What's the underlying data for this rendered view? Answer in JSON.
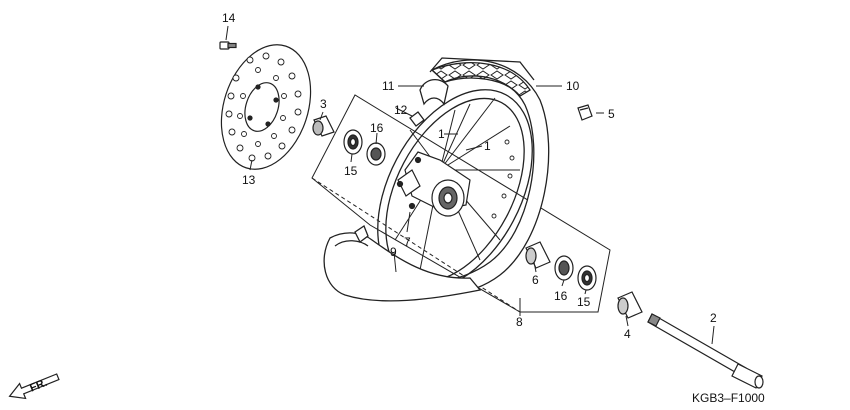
{
  "diagram": {
    "callouts": [
      {
        "id": "14",
        "text": "14"
      },
      {
        "id": "13",
        "text": "13"
      },
      {
        "id": "3",
        "text": "3"
      },
      {
        "id": "16a",
        "text": "16"
      },
      {
        "id": "15a",
        "text": "15"
      },
      {
        "id": "11",
        "text": "11"
      },
      {
        "id": "12",
        "text": "12"
      },
      {
        "id": "10",
        "text": "10"
      },
      {
        "id": "5",
        "text": "5"
      },
      {
        "id": "1a",
        "text": "1"
      },
      {
        "id": "1b",
        "text": "1"
      },
      {
        "id": "7",
        "text": "7"
      },
      {
        "id": "9",
        "text": "9"
      },
      {
        "id": "6",
        "text": "6"
      },
      {
        "id": "16b",
        "text": "16"
      },
      {
        "id": "15b",
        "text": "15"
      },
      {
        "id": "8",
        "text": "8"
      },
      {
        "id": "4",
        "text": "4"
      },
      {
        "id": "2",
        "text": "2"
      }
    ],
    "diagram_code": "KGB3–F1000",
    "direction_label": "FR."
  }
}
